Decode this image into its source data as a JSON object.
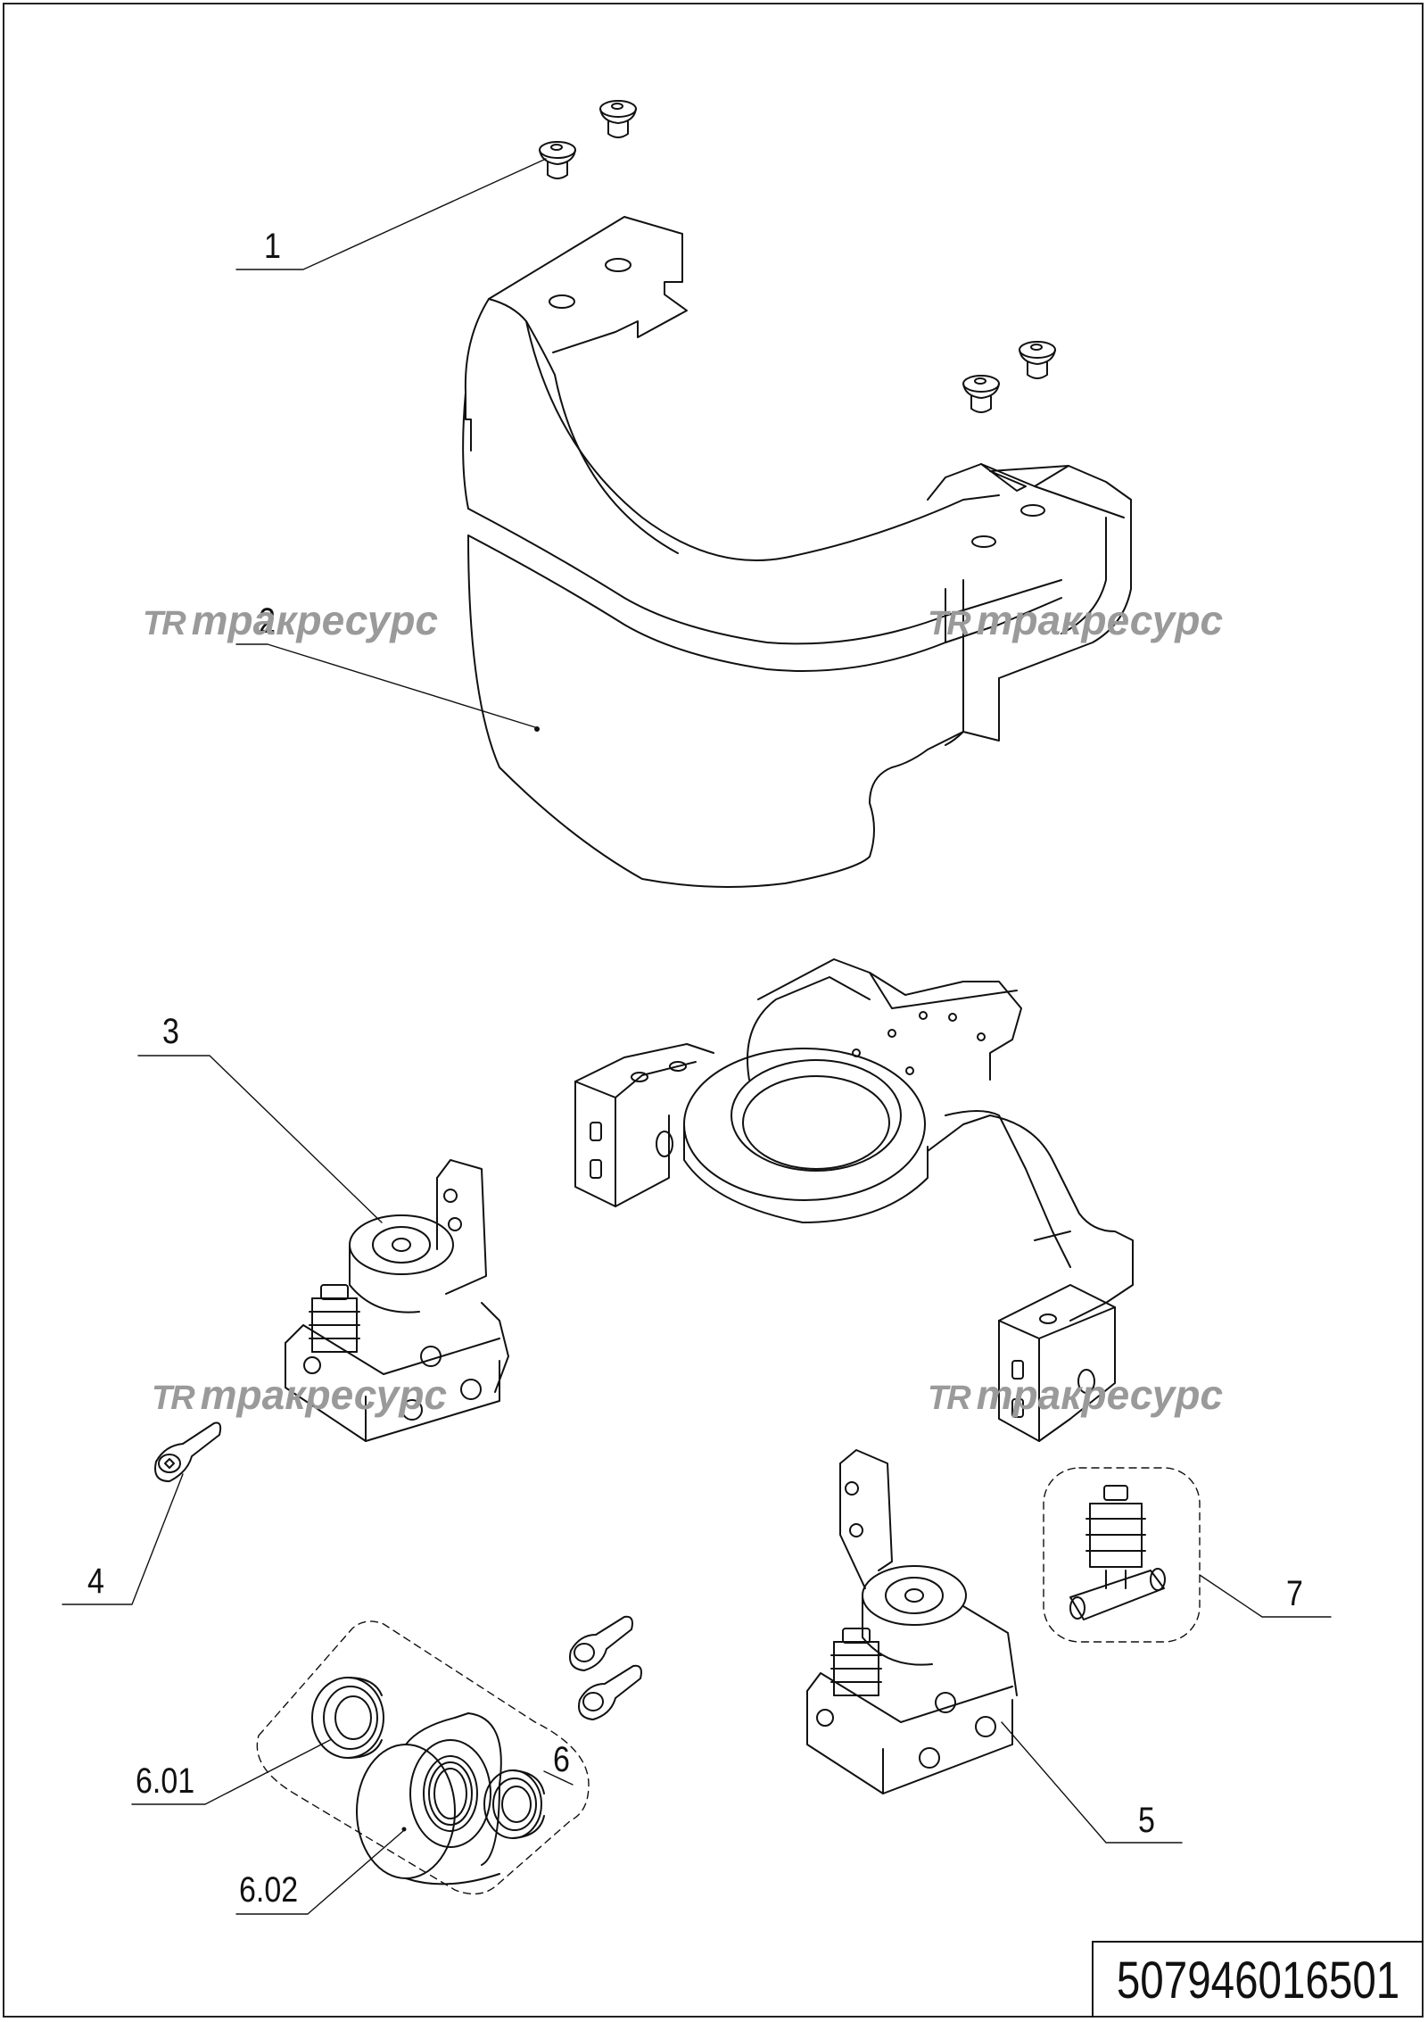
{
  "callouts": {
    "c1": "1",
    "c2": "2",
    "c3": "3",
    "c4": "4",
    "c5": "5",
    "c6": "6",
    "c601": "6.01",
    "c602": "6.02",
    "c7": "7"
  },
  "watermark": {
    "logo": "TR",
    "text": "тракресурс"
  },
  "doc_number": "507946016501",
  "colors": {
    "line": "#111111",
    "watermark": "#9a9a9a"
  }
}
